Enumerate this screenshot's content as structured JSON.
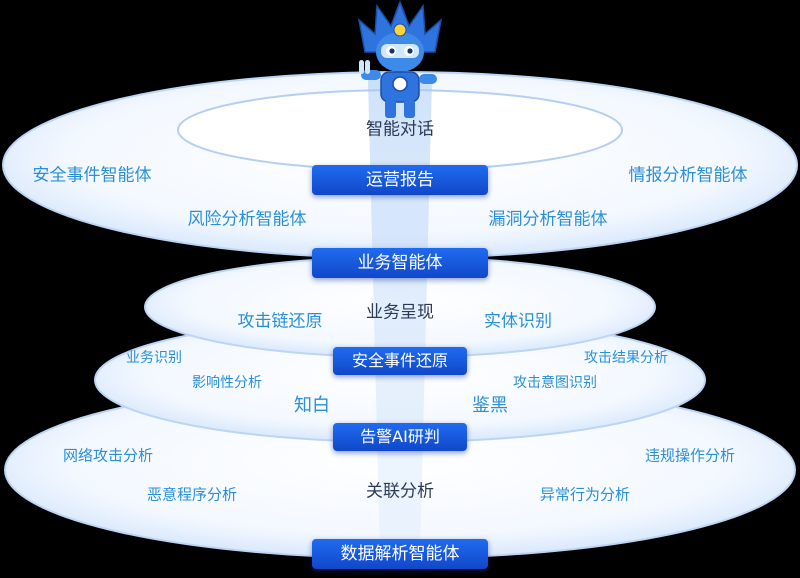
{
  "top": {
    "label": "智能对话"
  },
  "layer1": {
    "bar": "运营报告",
    "items": [
      "安全事件智能体",
      "情报分析智能体",
      "风险分析智能体",
      "漏洞分析智能体"
    ]
  },
  "layer2": {
    "bar": "业务智能体",
    "center": "业务呈现",
    "items": [
      "攻击链还原",
      "实体识别"
    ]
  },
  "layer3": {
    "bar": "安全事件还原",
    "items": [
      "业务识别",
      "攻击结果分析",
      "影响性分析",
      "攻击意图识别"
    ],
    "sides": [
      "知白",
      "鉴黑"
    ]
  },
  "layer4": {
    "bar": "告警AI研判",
    "center": "关联分析",
    "items": [
      "网络攻击分析",
      "违规操作分析",
      "恶意程序分析",
      "异常行为分析"
    ]
  },
  "layer5": {
    "bar": "数据解析智能体"
  },
  "colors": {
    "bar": "#1458e0",
    "text": "#2a8fd8",
    "center_text": "#2a3a55"
  }
}
